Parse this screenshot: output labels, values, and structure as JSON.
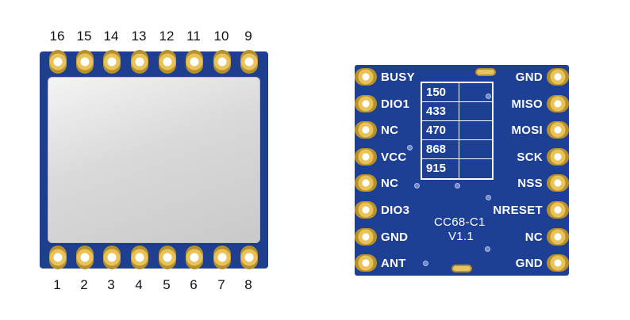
{
  "top_pin_numbers": [
    "16",
    "15",
    "14",
    "13",
    "12",
    "11",
    "10",
    "9"
  ],
  "bottom_pin_numbers": [
    "1",
    "2",
    "3",
    "4",
    "5",
    "6",
    "7",
    "8"
  ],
  "left_pin_labels": [
    "BUSY",
    "DIO1",
    "NC",
    "VCC",
    "NC",
    "DIO3",
    "GND",
    "ANT"
  ],
  "right_pin_labels": [
    "GND",
    "MISO",
    "MOSI",
    "SCK",
    "NSS",
    "NRESET",
    "NC",
    "GND"
  ],
  "frequencies": [
    "150",
    "433",
    "470",
    "868",
    "915"
  ],
  "board_model": "CC68-C1",
  "board_version": "V1.1",
  "colors": {
    "pcb": "#1d3f94",
    "shield": "#d6d6d6",
    "pad_gold": "#e8c35a",
    "silkscreen": "#ffffff"
  }
}
